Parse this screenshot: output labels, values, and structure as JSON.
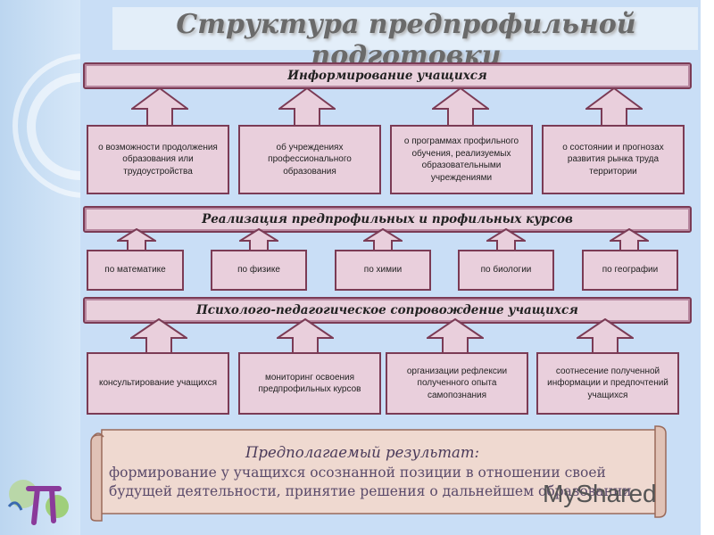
{
  "title": "Структура предпрофильной подготовки",
  "bands": [
    "Информирование учащихся",
    "Реализация предпрофильных и профильных курсов",
    "Психолого-педагогическое сопровождение учащихся"
  ],
  "row1": [
    "о возможности продолжения образования или трудоустройства",
    "об учреждениях профессионального образования",
    "о программах профильного обучения, реализуемых образовательными учреждениями",
    "о состоянии и прогнозах развития рынка труда территории"
  ],
  "row2": [
    "по математике",
    "по физике",
    "по  химии",
    "по биологии",
    "по географии"
  ],
  "row3": [
    "консультирование учащихся",
    "мониторинг освоения предпрофильных курсов",
    "организации рефлексии полученного опыта самопознания",
    "соотнесение полученной информации и предпочтений учащихся"
  ],
  "result": {
    "heading": "Предполагаемый результат:",
    "body": "формирование у учащихся осознанной позиции в отношении своей будущей деятельности, принятие решения о дальнейшем образовании"
  },
  "watermark": "MyShared",
  "colors": {
    "box_fill": "#e9cfdc",
    "box_border": "#7b3b55",
    "background": "#c9def6",
    "scroll_fill": "#efd9d0"
  }
}
